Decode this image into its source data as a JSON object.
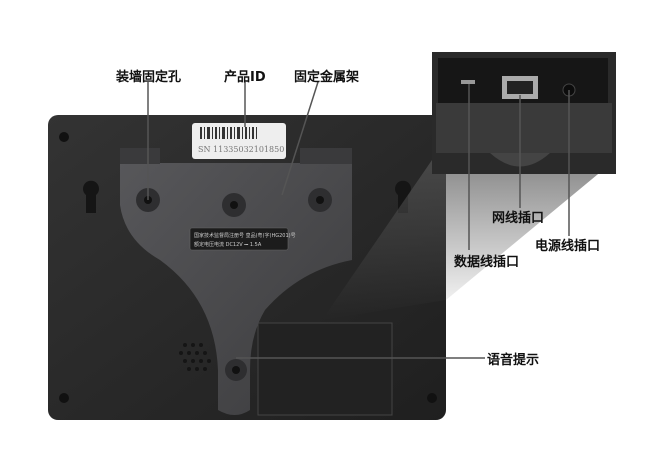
{
  "callouts": {
    "wall_mount_holes": "装墙固定孔",
    "product_id": "产品ID",
    "metal_bracket": "固定金属架",
    "network_port": "网线插口",
    "power_port": "电源线插口",
    "data_port": "数据线插口",
    "voice_prompt": "语音提示"
  },
  "device": {
    "serial_label": "SN  11335032101850",
    "plate_line1": "国家技术监督局注册号 皇品(粤)字(HG201)号",
    "plate_line2": "额定电压电流 DC12V ⎓ 1.5A"
  },
  "colors": {
    "body": "#2b2b2b",
    "bracket": "#4a4a4c",
    "leader_line": "#555555"
  }
}
